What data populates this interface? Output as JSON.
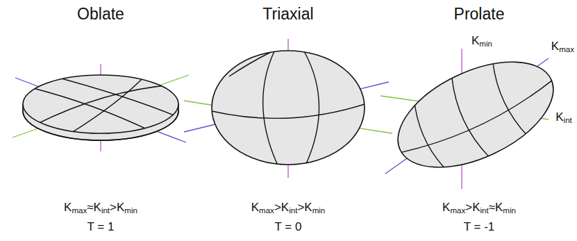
{
  "diagram": {
    "labels": [
      "Oblate",
      "Triaxial",
      "Prolate",
      "Kmin",
      "Kmax",
      "Kint",
      "Kmax≈Kint>Kmin",
      "T = 1",
      "Kmax>Kint>Kmin",
      "T = 0",
      "Kmax>Kint≈Kmin",
      "T = -1"
    ]
  }
}
